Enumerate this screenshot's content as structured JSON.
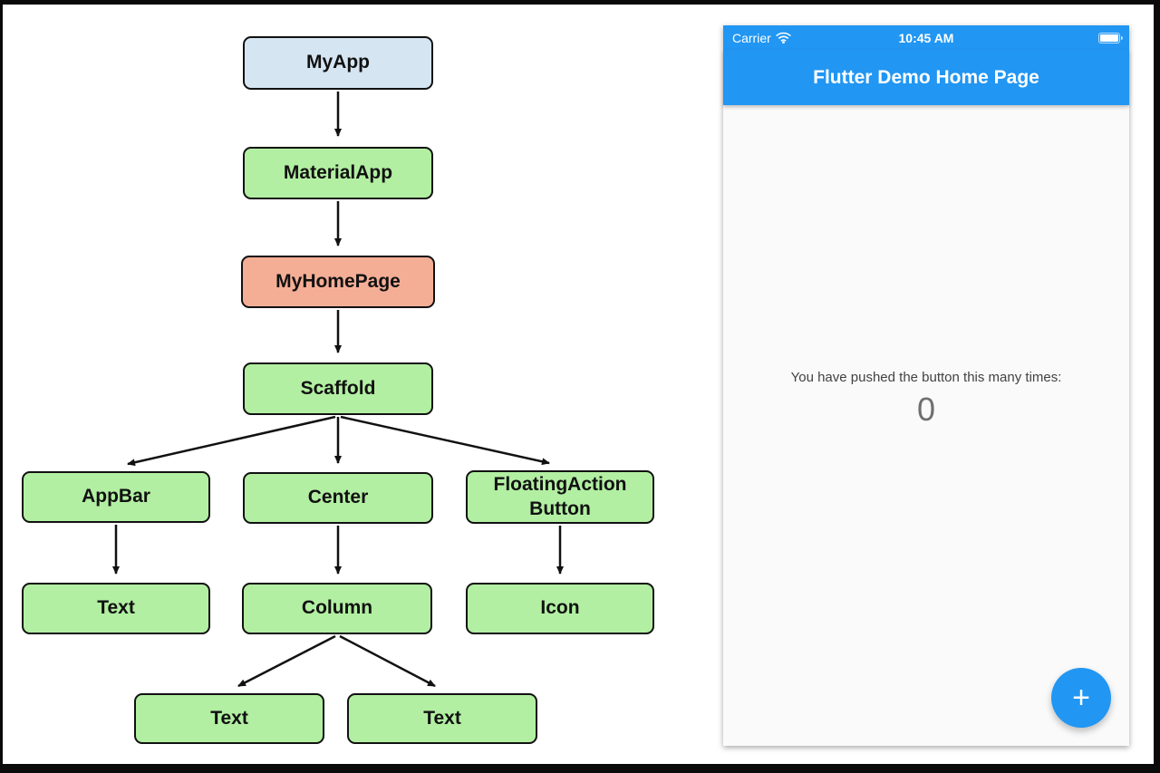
{
  "colors": {
    "root_fill": "#D6E5F2",
    "widget_fill": "#B2EFA2",
    "stateful_fill": "#F5AE96",
    "flutter_blue": "#2196F3"
  },
  "diagram": {
    "nodes": [
      {
        "label": "MyApp"
      },
      {
        "label": "MaterialApp"
      },
      {
        "label": "MyHomePage"
      },
      {
        "label": "Scaffold"
      },
      {
        "label": "AppBar"
      },
      {
        "label": "Center"
      },
      {
        "label": "FloatingAction\nButton"
      },
      {
        "label": "Text"
      },
      {
        "label": "Column"
      },
      {
        "label": "Icon"
      },
      {
        "label": "Text"
      },
      {
        "label": "Text"
      }
    ]
  },
  "phone": {
    "status_bar": {
      "carrier": "Carrier",
      "wifi_icon": "wifi-icon",
      "time": "10:45 AM",
      "battery_icon": "battery-icon"
    },
    "app_bar": {
      "title": "Flutter Demo Home Page"
    },
    "body": {
      "message": "You have pushed the button this many times:",
      "counter": "0"
    },
    "fab": {
      "label": "+"
    }
  }
}
